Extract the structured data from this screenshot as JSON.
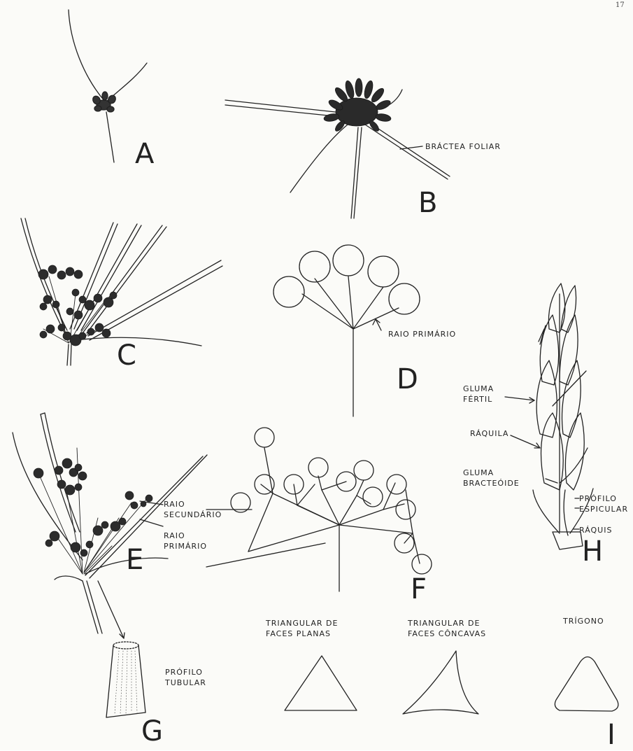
{
  "page_number": "17",
  "figures": {
    "a": {
      "letter": "A"
    },
    "b": {
      "letter": "B",
      "label": "BRÁCTEA FOLIAR"
    },
    "c": {
      "letter": "C"
    },
    "d": {
      "letter": "D",
      "label": "RAIO PRIMÁRIO"
    },
    "e": {
      "letter": "E",
      "label_secondary": "RAIO\nSECUNDÁRIO",
      "label_primary": "RAIO\nPRIMÁRIO"
    },
    "f": {
      "letter": "F"
    },
    "g": {
      "letter": "G",
      "label": "PRÓFILO\nTUBULAR"
    },
    "h": {
      "letter": "H",
      "gluma_fertil": "GLUMA\nFÉRTIL",
      "raquila": "RÁQUILA",
      "gluma_bracteoide": "GLUMA\nBRACTEÓIDE",
      "profilo_espicular": "PRÓFILO\nESPICULAR",
      "raquis": "RÁQUIS"
    },
    "i": {
      "letter": "I",
      "shapes": [
        {
          "label": "TRIANGULAR DE\nFACES PLANAS"
        },
        {
          "label": "TRIANGULAR DE\nFACES CÔNCAVAS"
        },
        {
          "label": "TRÍGONO"
        }
      ]
    }
  }
}
